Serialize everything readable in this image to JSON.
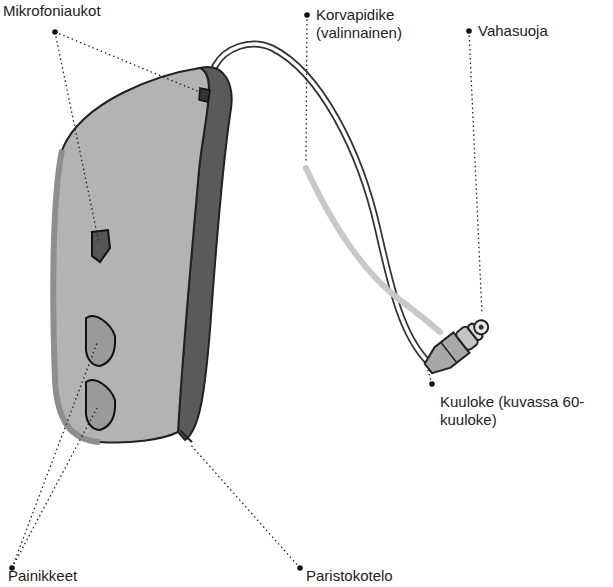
{
  "diagram": {
    "labels": [
      "Mikrofoniaukot",
      "Korvapidike (valinnainen)",
      "Vahasuoja",
      "Kuuloke (kuvassa 60-kuuloke)",
      "Painikkeet",
      "Paristokotelo"
    ]
  }
}
